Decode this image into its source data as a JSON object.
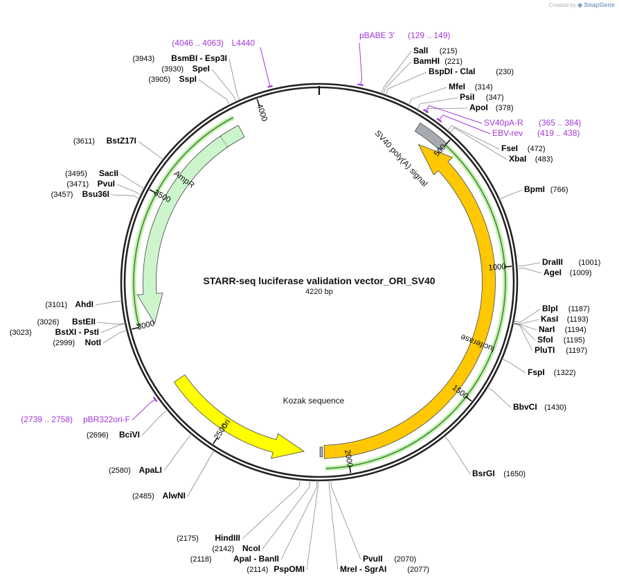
{
  "credit": {
    "prefix": "Created by",
    "brand": "SnapGene"
  },
  "plasmid": {
    "name": "STARR-seq luciferase validation vector_ORI_SV40",
    "length_label": "4220 bp",
    "length": 4220
  },
  "ticks": [
    {
      "bp": 500,
      "label": "500"
    },
    {
      "bp": 1000,
      "label": "1000"
    },
    {
      "bp": 1500,
      "label": "1500"
    },
    {
      "bp": 2000,
      "label": "2000"
    },
    {
      "bp": 2500,
      "label": "2500"
    },
    {
      "bp": 3000,
      "label": "3000"
    },
    {
      "bp": 3500,
      "label": "3500"
    },
    {
      "bp": 4000,
      "label": "4000"
    }
  ],
  "features": [
    {
      "id": "sv40",
      "label": "SV40 poly(A) signal",
      "start": 380,
      "end": 500,
      "strand": 0,
      "color": "#a6abb2"
    },
    {
      "id": "luciferase",
      "label": "luciferase",
      "start": 420,
      "end": 2090,
      "strand": -1,
      "color": "#ffc800"
    },
    {
      "id": "kozak",
      "label": "Kozak sequence",
      "start": 2097,
      "end": 2107,
      "strand": 0,
      "color": "#a6abb2"
    },
    {
      "id": "ori",
      "label": "ori",
      "start": 2170,
      "end": 2760,
      "strand": -1,
      "color": "#ffff00"
    },
    {
      "id": "ampr",
      "label": "AmpR",
      "start": 3000,
      "end": 3900,
      "strand": -1,
      "color": "#ccf5cc"
    }
  ],
  "enzymes": [
    {
      "name": "SalI",
      "pos": "(215)"
    },
    {
      "name": "BamHI",
      "pos": "(221)"
    },
    {
      "name": "BspDI - ClaI",
      "pos": "(230)"
    },
    {
      "name": "MfeI",
      "pos": "(314)"
    },
    {
      "name": "PsiI",
      "pos": "(347)"
    },
    {
      "name": "ApoI",
      "pos": "(378)"
    },
    {
      "name": "FseI",
      "pos": "(472)"
    },
    {
      "name": "XbaI",
      "pos": "(483)"
    },
    {
      "name": "BpmI",
      "pos": "(766)"
    },
    {
      "name": "DraIII",
      "pos": "(1001)"
    },
    {
      "name": "AgeI",
      "pos": "(1009)"
    },
    {
      "name": "BlpI",
      "pos": "(1187)"
    },
    {
      "name": "KasI",
      "pos": "(1193)"
    },
    {
      "name": "NarI",
      "pos": "(1194)"
    },
    {
      "name": "SfoI",
      "pos": "(1195)"
    },
    {
      "name": "PluTI",
      "pos": "(1197)"
    },
    {
      "name": "FspI",
      "pos": "(1322)"
    },
    {
      "name": "BbvCI",
      "pos": "(1430)"
    },
    {
      "name": "BsrGI",
      "pos": "(1650)"
    },
    {
      "name": "PvuII",
      "pos": "(2070)"
    },
    {
      "name": "MreI - SgrAI",
      "pos": "(2077)"
    },
    {
      "name": "PspOMI",
      "pos": "(2114)"
    },
    {
      "name": "ApaI - BanII",
      "pos": "(2118)"
    },
    {
      "name": "NcoI",
      "pos": "(2142)"
    },
    {
      "name": "HindIII",
      "pos": "(2175)"
    },
    {
      "name": "AlwNI",
      "pos": "(2485)"
    },
    {
      "name": "ApaLI",
      "pos": "(2580)"
    },
    {
      "name": "BciVI",
      "pos": "(2696)"
    },
    {
      "name": "NotI",
      "pos": "(2999)"
    },
    {
      "name": "BstXI - PstI",
      "pos": "(3023)"
    },
    {
      "name": "BstEII",
      "pos": "(3026)"
    },
    {
      "name": "AhdI",
      "pos": "(3101)"
    },
    {
      "name": "Bsu36I",
      "pos": "(3457)"
    },
    {
      "name": "PvuI",
      "pos": "(3471)"
    },
    {
      "name": "SacII",
      "pos": "(3495)"
    },
    {
      "name": "BstZ17I",
      "pos": "(3611)"
    },
    {
      "name": "SspI",
      "pos": "(3905)"
    },
    {
      "name": "SpeI",
      "pos": "(3930)"
    },
    {
      "name": "BsmBI - Esp3I",
      "pos": "(3943)"
    }
  ],
  "primers": [
    {
      "name": "pBABE 3'",
      "pos": "(129 .. 149)"
    },
    {
      "name": "SV40pA-R",
      "pos": "(365 .. 384)"
    },
    {
      "name": "EBV-rev",
      "pos": "(419 .. 438)"
    },
    {
      "name": "pBR322ori-F",
      "pos": "(2739 .. 2758)"
    },
    {
      "name": "L4440",
      "pos": "(4046 .. 4063)"
    }
  ],
  "colors": {
    "backbone": "#222222",
    "primer": "#a037d6",
    "orf_outline": "#3a8a3a",
    "orf_glow": "#c8f0b0",
    "leader": "#888888"
  }
}
